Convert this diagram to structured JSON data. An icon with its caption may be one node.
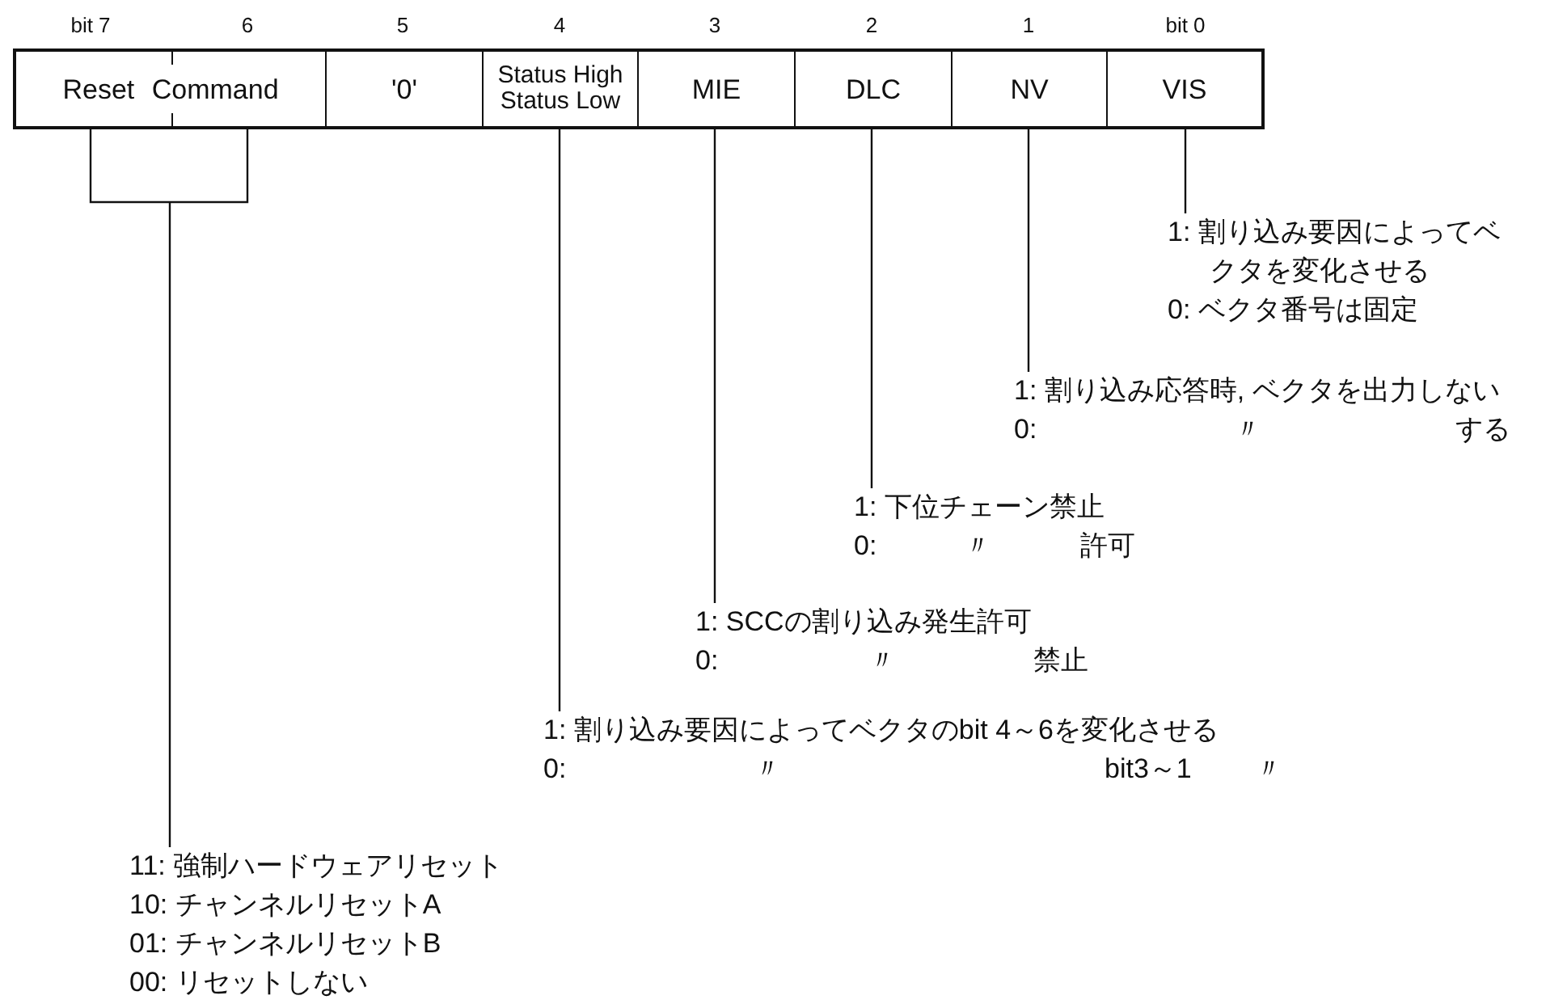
{
  "diagram": {
    "nodes": [
      {
        "text": [
          "Reset Command"
        ]
      },
      {
        "text": [
          "'0'"
        ]
      },
      {
        "text": [
          "Status High Status Low"
        ]
      },
      {
        "text": [
          "MIE"
        ]
      },
      {
        "text": [
          "DLC"
        ]
      },
      {
        "text": [
          "NV"
        ]
      },
      {
        "text": [
          "VIS"
        ]
      },
      {
        "text": [
          "1: 割り込み要因によってベクタを変化させる",
          "0: ベクタ番号は固定"
        ]
      },
      {
        "text": [
          "1: 割り込み応答時, ベクタを出力しない",
          "0: 〃 する"
        ]
      },
      {
        "text": [
          "1: 下位チェーン禁止",
          "0: 〃 許可"
        ]
      },
      {
        "text": [
          "1: SCCの割り込み発生許可",
          "0: 〃 禁止"
        ]
      },
      {
        "text": [
          "1: 割り込み要因によってベクタのbit 4～6を変化させる",
          "0: 〃 bit3～1 〃"
        ]
      },
      {
        "text": [
          "11: 強制ハードウェアリセット",
          "10: チャンネルリセットA",
          "01: チャンネルリセットB",
          "00: リセットしない"
        ]
      }
    ],
    "edges": [
      {
        "from": 0,
        "to": 12,
        "arrow": "none"
      },
      {
        "from": 2,
        "to": 11,
        "arrow": "none"
      },
      {
        "from": 3,
        "to": 10,
        "arrow": "none"
      },
      {
        "from": 4,
        "to": 9,
        "arrow": "none"
      },
      {
        "from": 5,
        "to": 8,
        "arrow": "none"
      },
      {
        "from": 6,
        "to": 7,
        "arrow": "none"
      }
    ],
    "labels": [
      "bit 7",
      "6",
      "5",
      "4",
      "3",
      "2",
      "1",
      "bit 0"
    ]
  }
}
